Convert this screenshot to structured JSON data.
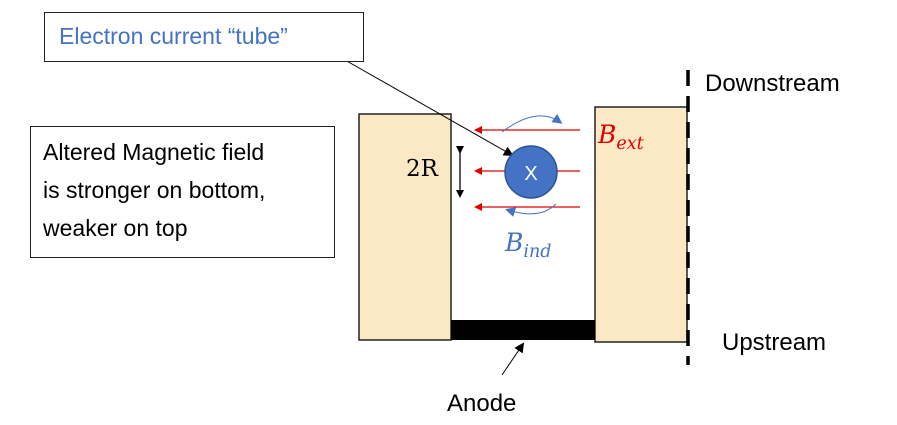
{
  "labels": {
    "tube": "Electron current “tube”",
    "note_lines": [
      "Altered Magnetic field",
      "is stronger on bottom,",
      "weaker on top"
    ],
    "downstream": "Downstream",
    "upstream": "Upstream",
    "anode": "Anode",
    "radius": "2R",
    "b_ext_base": "B",
    "b_ext_sub": "ext",
    "b_ind_base": "B",
    "b_ind_sub": "ind",
    "electron_symbol": "X"
  },
  "colors": {
    "wall_fill": "#fbe8c4",
    "electron_fill": "#4472c4",
    "b_ext": "#e00000",
    "b_ind": "#4472c4",
    "tube_text": "#4472c4"
  }
}
